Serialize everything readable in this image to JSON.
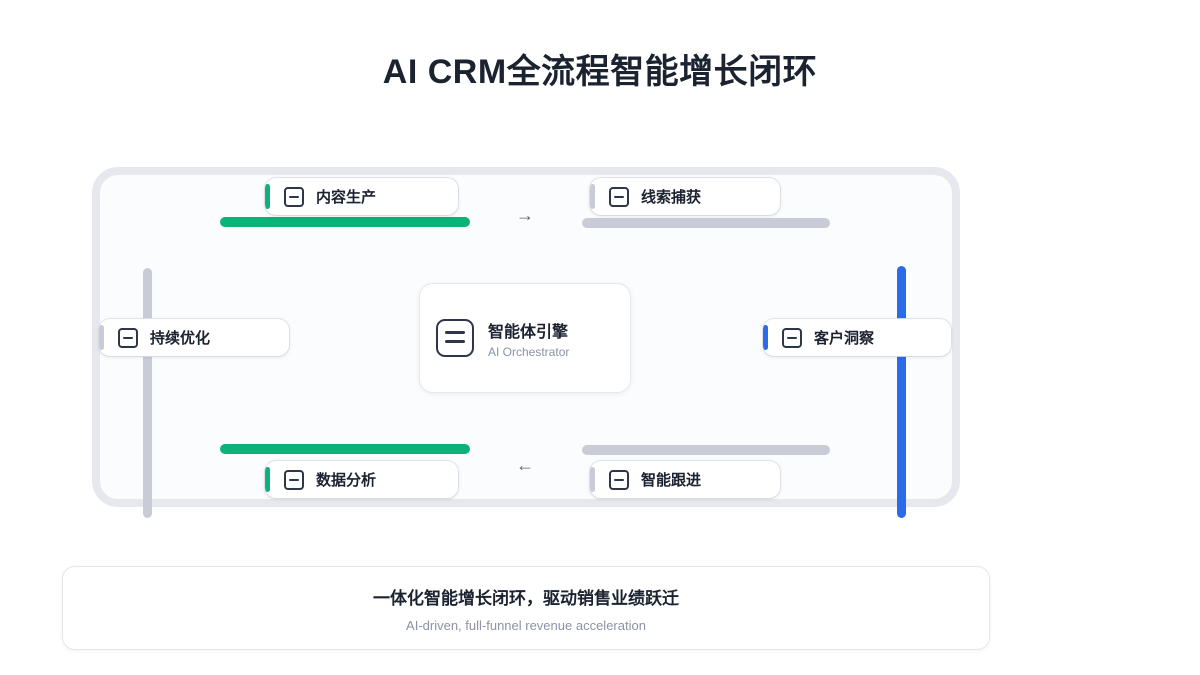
{
  "header": {
    "title": "AI CRM全流程智能增长闭环"
  },
  "diagram": {
    "hub": {
      "title": "智能体引擎",
      "subtitle": "AI Orchestrator",
      "icon": "stacked-lines-icon"
    },
    "nodes": [
      {
        "id": "content-production",
        "label": "内容生产",
        "accent": "#0cb277",
        "icon": "minus-square-icon"
      },
      {
        "id": "lead-capture",
        "label": "线索捕获",
        "accent": "#c9ccd6",
        "icon": "minus-square-icon"
      },
      {
        "id": "continuous-optimization",
        "label": "持续优化",
        "accent": "#c9ccd6",
        "icon": "minus-square-icon"
      },
      {
        "id": "customer-insight",
        "label": "客户洞察",
        "accent": "#2b6ae8",
        "icon": "minus-square-icon"
      },
      {
        "id": "data-analysis",
        "label": "数据分析",
        "accent": "#0cb277",
        "icon": "minus-square-icon"
      },
      {
        "id": "intelligent-followup",
        "label": "智能跟进",
        "accent": "#c9ccd6",
        "icon": "minus-square-icon"
      }
    ],
    "arrows": {
      "top": "→",
      "bottom": "←"
    },
    "connectors": {
      "top_left_color": "#0cb277",
      "top_right_color": "#c9ccd6",
      "bottom_left_color": "#0cb277",
      "bottom_right_color": "#c9ccd6",
      "rail_left_color": "#c9ccd6",
      "rail_right_color": "#2b6ae8"
    }
  },
  "footer": {
    "title": "一体化智能增长闭环，驱动销售业绩跃迁",
    "subtitle": "AI-driven, full-funnel revenue acceleration"
  },
  "theme": {
    "green": "#0cb277",
    "blue": "#2b6ae8",
    "gray": "#c9ccd6",
    "ink": "#1b2230",
    "muted": "#8a93a6"
  }
}
